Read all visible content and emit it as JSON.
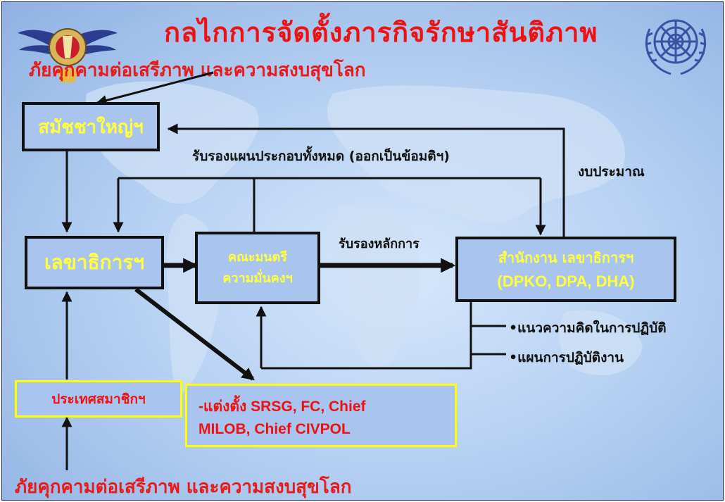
{
  "title": "กลไกการจัดตั้งภารกิจรักษาสันติภาพ",
  "threat_top": "ภัยคุกคามต่อเสรีภาพ และความสงบสุขโลก",
  "threat_bottom": "ภัยคุกคามต่อเสรีภาพ และความสงบสุขโลก",
  "boxes": {
    "general_assembly": "สมัชชาใหญ่ฯ",
    "secretary_general": "เลขาธิการฯ",
    "security_council_line1": "คณะมนตรี",
    "security_council_line2": "ความมั่นคงฯ",
    "secretariat_line1": "สำนักงาน เลขาธิการฯ",
    "secretariat_line2": "(DPKO, DPA, DHA)",
    "member_states": "ประเทศสมาชิกฯ",
    "appoint_line1": "-แต่งตั้ง SRSG, FC, Chief",
    "appoint_line2": "MILOB, Chief CIVPOL"
  },
  "labels": {
    "approve_all": "รับรองแผนประกอบทั้งหมด (ออกเป็นข้อมติฯ)",
    "budget": "งบประมาณ",
    "approve_principle": "รับรองหลักการ",
    "concept_of_operations": "•แนวความคิดในการปฏิบัติ",
    "operation_plan": "•แผนการปฏิบัติงาน"
  },
  "colors": {
    "title_red": "#ee1111",
    "box_fill": "#a9c4ee",
    "box_text_yellow": "#ffff3c",
    "highlight_border": "#ffff00",
    "line_black": "#111111"
  },
  "logos": [
    "winged-emblem-icon",
    "un-emblem-icon"
  ]
}
